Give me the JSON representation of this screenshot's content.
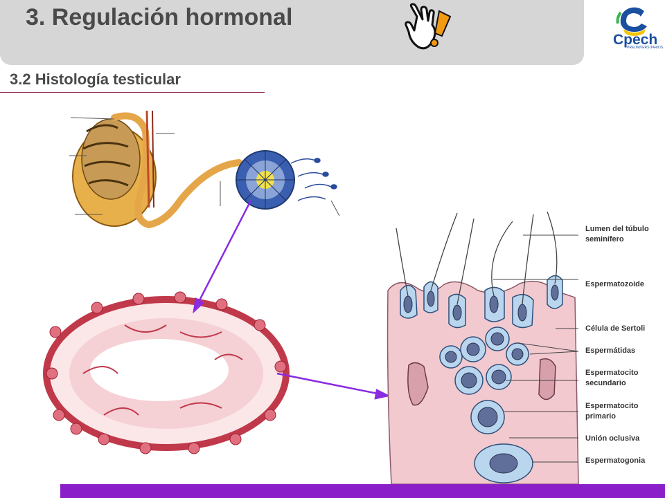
{
  "header": {
    "title": "3. Regulación hormonal",
    "logo_text": "Cpech",
    "logo_sub": "PREUNIVERSITARIOS"
  },
  "section": {
    "subtitle": "3.2 Histología testicular"
  },
  "labels": [
    {
      "text": "Lumen del túbulo seminífero"
    },
    {
      "text": "Espermatozoide"
    },
    {
      "text": "Célula de Sertoli"
    },
    {
      "text": "Espermátidas"
    },
    {
      "text": "Espermatocito secundario"
    },
    {
      "text": "Espermatocito primario"
    },
    {
      "text": "Unión oclusiva"
    },
    {
      "text": "Espermatogonia"
    }
  ],
  "icons": {
    "pointer": "hand-exclamation-icon",
    "brand": "cpech-logo-icon"
  },
  "colors": {
    "title_bar": "#d6d6d6",
    "title_text": "#4a4a4a",
    "accent_rule": "#8a2040",
    "bottom_bar": "#8a1fc9",
    "arrow": "#8a2be2",
    "tissue_pink": "#f2c9cf",
    "cell_blue": "#b9d6ee",
    "tubule_red": "#c0394a"
  }
}
